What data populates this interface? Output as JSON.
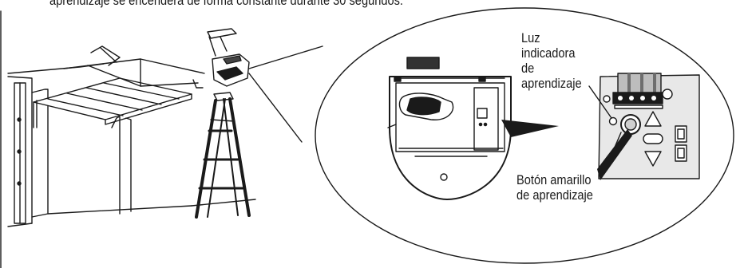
{
  "top_text": "aprendizaje se encenderá de forma constante durante 30 segundos.",
  "callouts": {
    "luz": [
      "Luz",
      "indicadora",
      "de",
      "aprendizaje"
    ],
    "boton": [
      "Botón amarillo",
      "de aprendizaje"
    ]
  },
  "icons": [
    "garage-door-icon",
    "ladder-icon",
    "opener-motor-icon",
    "learn-panel-icon"
  ]
}
